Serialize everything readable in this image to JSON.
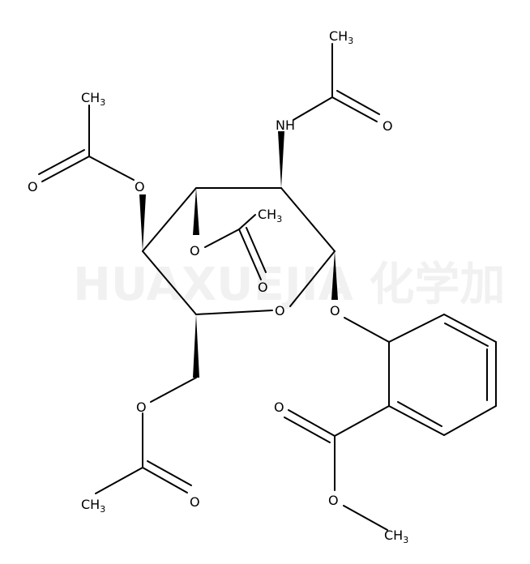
{
  "watermark": "HUAXUEJIA 化学加",
  "labels": {
    "nh": "NH",
    "o_amide": "O",
    "c_amide_methyl": "CH",
    "c_amide_methyl_sub": "3",
    "o_c4_ester": "O",
    "o_c4_carbonyl": "O",
    "c4_methyl": "CH",
    "c4_methyl_sub": "3",
    "o_c3_ester": "O",
    "o_c3_carbonyl": "O",
    "c3_methyl": "CH",
    "c3_methyl_sub": "3",
    "o_ring": "O",
    "o_glycoside": "O",
    "o_c6_ester": "O",
    "o_c6_carbonyl": "O",
    "c6_methyl": "CH",
    "c6_methyl_sub": "3",
    "o_methyl_ester_carbonyl": "O",
    "o_methyl_ester": "O",
    "methyl_ester_methyl": "CH",
    "methyl_ester_methyl_sub": "3"
  }
}
